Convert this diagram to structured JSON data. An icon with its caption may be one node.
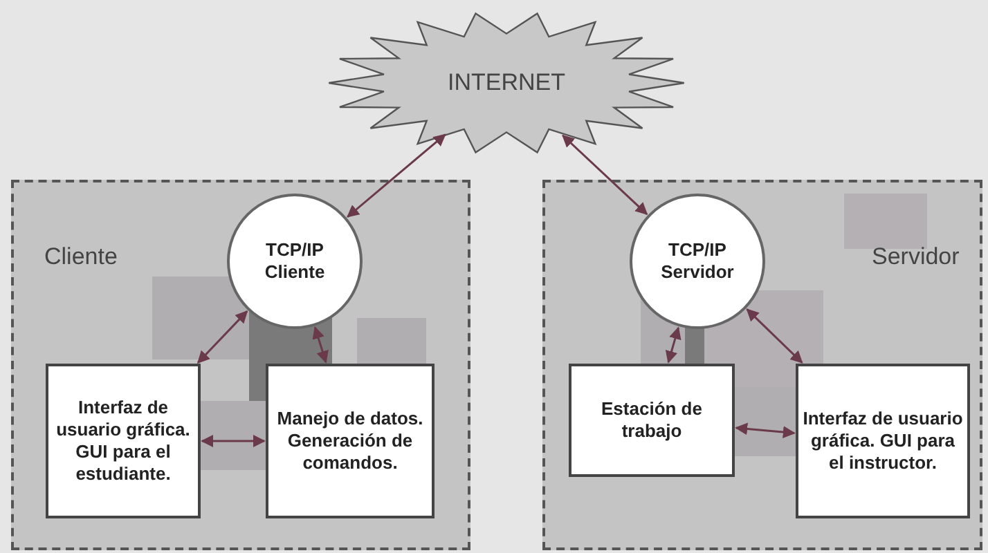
{
  "diagram": {
    "nodes": [
      {
        "text": [
          "INTERNET"
        ]
      },
      {
        "text": [
          "Cliente"
        ]
      },
      {
        "text": [
          "TCP/IP Cliente"
        ],
        "in": 1
      },
      {
        "text": [
          "Interfaz de usuario gráfica. GUI para el estudiante."
        ],
        "in": 1
      },
      {
        "text": [
          "Manejo de datos. Generación de comandos."
        ],
        "in": 1
      },
      {
        "text": [
          "Servidor"
        ]
      },
      {
        "text": [
          "TCP/IP Servidor"
        ],
        "in": 5
      },
      {
        "text": [
          "Estación de trabajo"
        ],
        "in": 5
      },
      {
        "text": [
          "Interfaz de usuario gráfica. GUI para el instructor."
        ],
        "in": 5
      }
    ],
    "edges": [
      {
        "from": 0,
        "to": 2,
        "arrow": "both"
      },
      {
        "from": 0,
        "to": 6,
        "arrow": "both"
      },
      {
        "from": 2,
        "to": 3,
        "arrow": "both"
      },
      {
        "from": 2,
        "to": 4,
        "arrow": "both"
      },
      {
        "from": 3,
        "to": 4,
        "arrow": "both"
      },
      {
        "from": 6,
        "to": 7,
        "arrow": "both"
      },
      {
        "from": 6,
        "to": 8,
        "arrow": "both"
      },
      {
        "from": 7,
        "to": 8,
        "arrow": "both"
      }
    ]
  }
}
